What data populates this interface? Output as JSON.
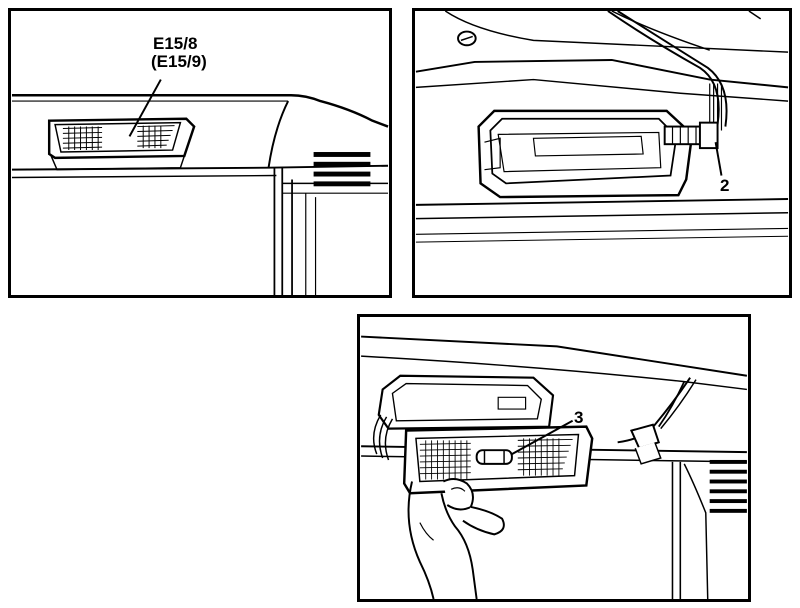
{
  "panels": [
    {
      "id": "panel-1",
      "callouts": [
        "E15/8",
        "(E15/9)"
      ]
    },
    {
      "id": "panel-2",
      "callouts": [
        "2"
      ]
    },
    {
      "id": "panel-3",
      "callouts": [
        "3"
      ]
    }
  ],
  "colors": {
    "line": "#000000",
    "background": "#ffffff",
    "shade": "#555555"
  }
}
